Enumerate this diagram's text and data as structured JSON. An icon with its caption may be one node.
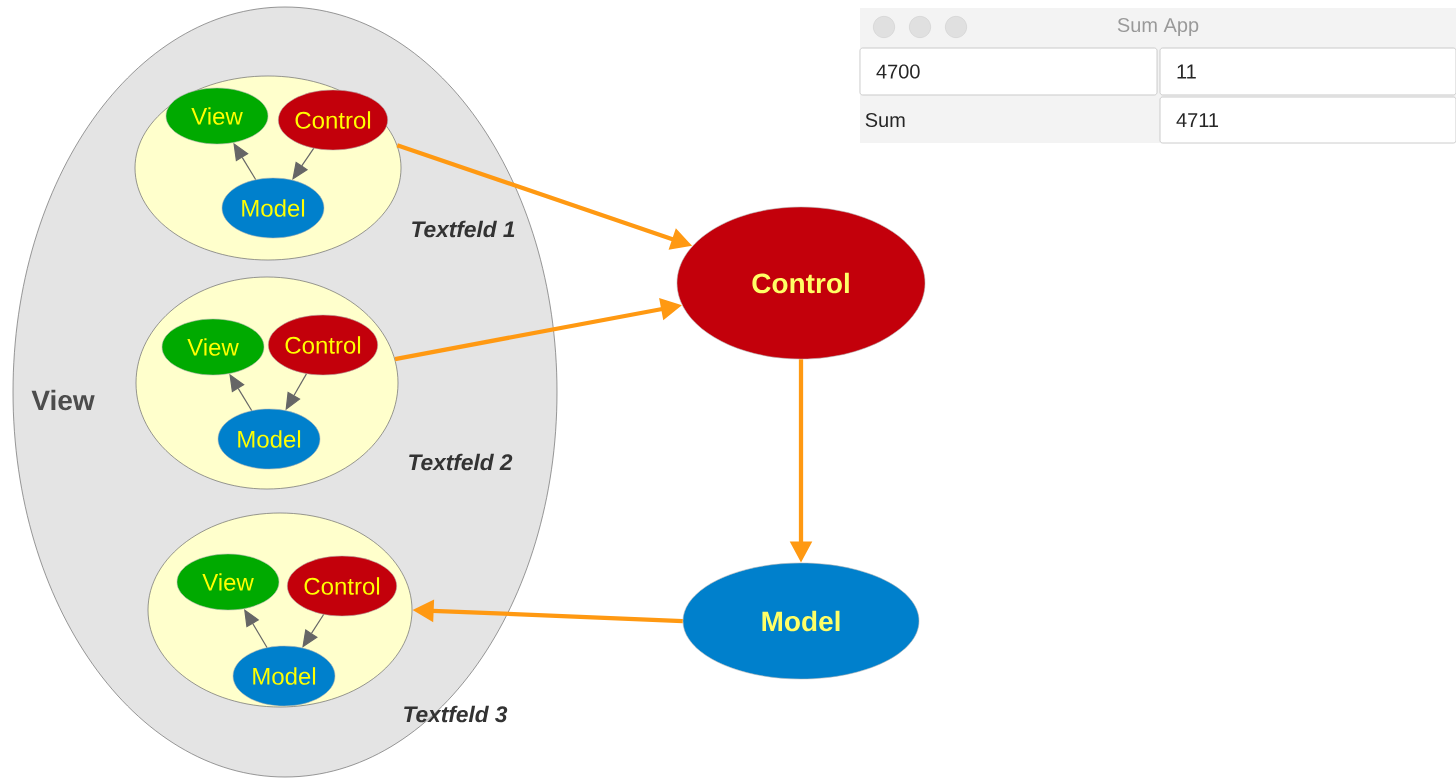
{
  "diagram": {
    "nodes": [
      {
        "text": [
          "View"
        ]
      },
      {
        "text": [],
        "shape": "circle",
        "in": 0,
        "beside": [
          "Textfeld 1"
        ]
      },
      {
        "text": [
          "View"
        ],
        "in": 1
      },
      {
        "text": [
          "Control"
        ],
        "in": 1
      },
      {
        "text": [
          "Model"
        ],
        "in": 1
      },
      {
        "text": [],
        "shape": "circle",
        "in": 0,
        "beside": [
          "Textfeld 2"
        ]
      },
      {
        "text": [
          "View"
        ],
        "in": 5
      },
      {
        "text": [
          "Control"
        ],
        "in": 5
      },
      {
        "text": [
          "Model"
        ],
        "in": 5
      },
      {
        "text": [],
        "shape": "circle",
        "in": 0,
        "beside": [
          "Textfeld 3"
        ]
      },
      {
        "text": [
          "View"
        ],
        "in": 9
      },
      {
        "text": [
          "Control"
        ],
        "in": 9
      },
      {
        "text": [
          "Model"
        ],
        "in": 9
      },
      {
        "text": [
          "Control"
        ]
      },
      {
        "text": [
          "Model"
        ]
      },
      {
        "text": [
          "Sum App"
        ]
      },
      {
        "text": [
          "4700"
        ],
        "in": 15
      },
      {
        "text": [
          "11"
        ],
        "in": 15
      },
      {
        "text": [
          "4711"
        ],
        "in": 15
      }
    ],
    "edges": [
      {
        "from": 4,
        "to": 2,
        "arrow": "to"
      },
      {
        "from": 3,
        "to": 4,
        "arrow": "to"
      },
      {
        "from": 8,
        "to": 6,
        "arrow": "to"
      },
      {
        "from": 7,
        "to": 8,
        "arrow": "to"
      },
      {
        "from": 12,
        "to": 10,
        "arrow": "to"
      },
      {
        "from": 11,
        "to": 12,
        "arrow": "to"
      },
      {
        "from": 1,
        "to": 13,
        "arrow": "to",
        "style": "thick",
        "color": "#ff9912"
      },
      {
        "from": 5,
        "to": 13,
        "arrow": "to",
        "style": "thick",
        "color": "#ff9912"
      },
      {
        "from": 13,
        "to": 14,
        "arrow": "to",
        "style": "thick",
        "color": "#ff9912"
      },
      {
        "from": 14,
        "to": 9,
        "arrow": "to",
        "style": "thick",
        "color": "#ff9912"
      }
    ],
    "labels": [
      "Sum"
    ]
  }
}
